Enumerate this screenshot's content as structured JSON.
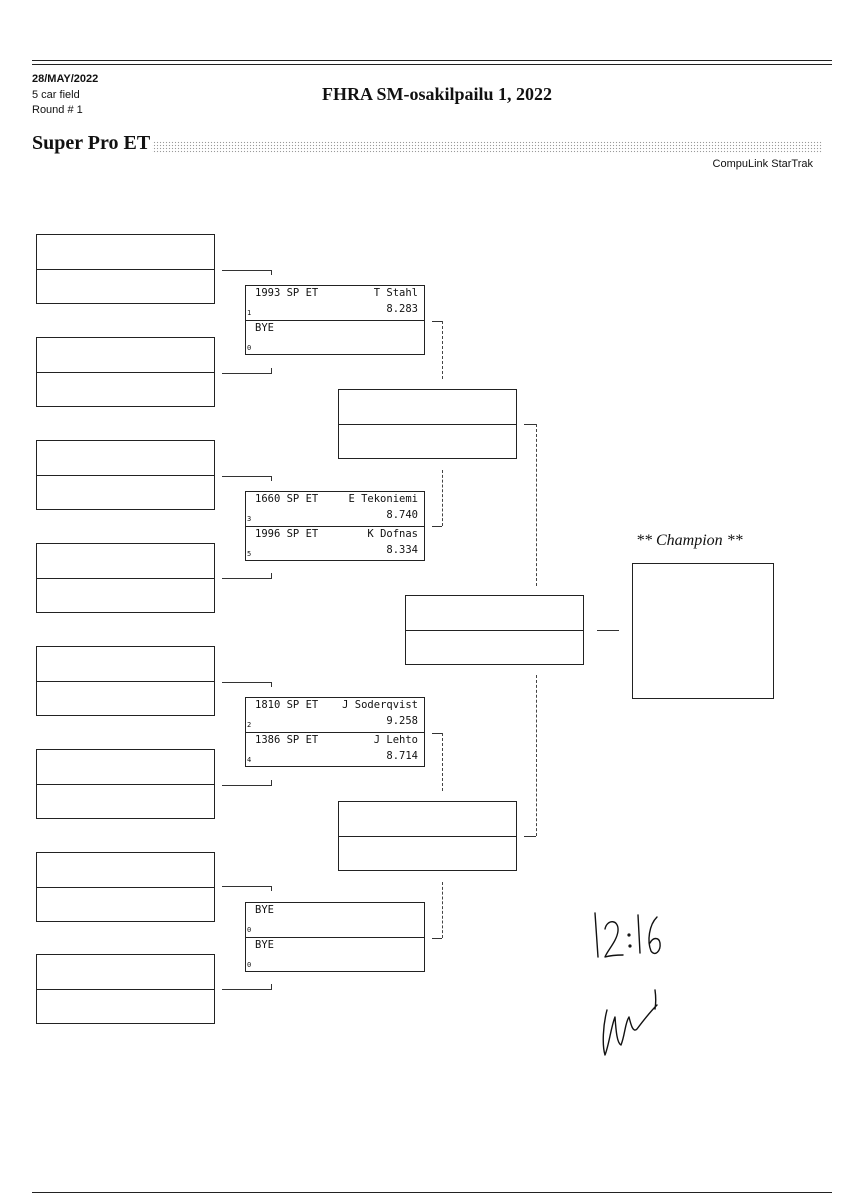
{
  "header": {
    "date": "28/MAY/2022",
    "field": "5 car field",
    "round": "Round # 1",
    "title": "FHRA SM-osakilpailu 1, 2022",
    "class_name": "Super Pro ET",
    "brand": "CompuLink StarTrak"
  },
  "matchups": [
    {
      "top": {
        "dial": "1993 SP ET",
        "name": "T Stahl",
        "et": "8.283",
        "lane": "1"
      },
      "bottom": {
        "dial": "BYE",
        "name": "",
        "et": "",
        "lane": "0"
      }
    },
    {
      "top": {
        "dial": "1660 SP ET",
        "name": "E Tekoniemi",
        "et": "8.740",
        "lane": "3"
      },
      "bottom": {
        "dial": "1996 SP ET",
        "name": "K Dofnas",
        "et": "8.334",
        "lane": "5"
      }
    },
    {
      "top": {
        "dial": "1810 SP ET",
        "name": "J Soderqvist",
        "et": "9.258",
        "lane": "2"
      },
      "bottom": {
        "dial": "1386 SP ET",
        "name": "J Lehto",
        "et": "8.714",
        "lane": "4"
      }
    },
    {
      "top": {
        "dial": "BYE",
        "name": "",
        "et": "",
        "lane": "0"
      },
      "bottom": {
        "dial": "BYE",
        "name": "",
        "et": "",
        "lane": "0"
      }
    }
  ],
  "champion_label": "** Champion **",
  "handwriting": {
    "time": "12:16"
  }
}
